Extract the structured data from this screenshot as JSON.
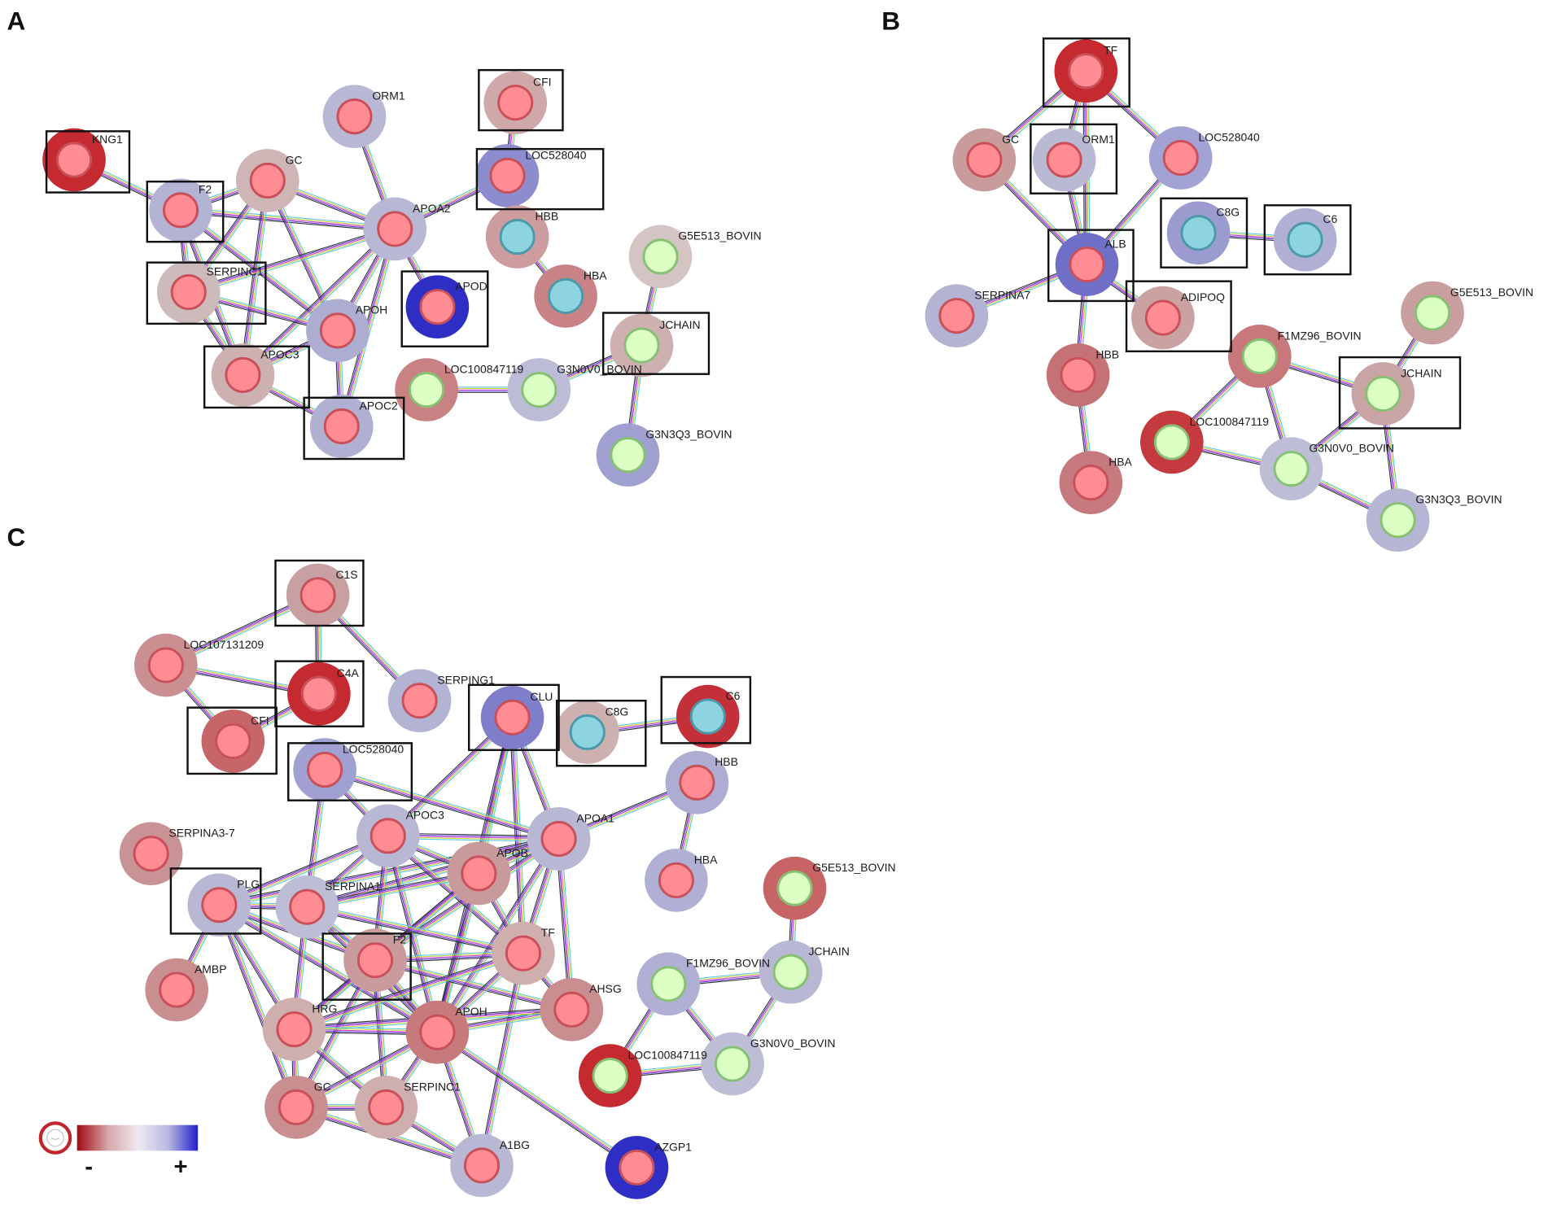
{
  "figure": {
    "node_colors": {
      "pink": {
        "fill": "#ff8c93",
        "stroke": "#c94f59"
      },
      "cyan": {
        "fill": "#8ed3e0",
        "stroke": "#4b9aaa"
      },
      "green": {
        "fill": "#dcffc4",
        "stroke": "#86c072"
      }
    },
    "edge_colors": [
      "#5bc8ea",
      "#c6dc3c",
      "#d23fd2",
      "#5c3bd2",
      "#333333"
    ],
    "legend": {
      "minus": "-",
      "plus": "+",
      "icon": "node-outline-icon",
      "colors": [
        "#a3101a",
        "#d7a6aa",
        "#efe9f0",
        "#b8b8e0",
        "#1e1ecf"
      ]
    },
    "panels": [
      {
        "label": "A",
        "nodes": [
          {
            "name": "KNG1",
            "halo": "#c42a30",
            "color": "pink",
            "highlighted": true
          },
          {
            "name": "F2",
            "halo": "#b3b3d3",
            "color": "pink",
            "highlighted": true
          },
          {
            "name": "GC",
            "halo": "#cfb5b5",
            "color": "pink",
            "highlighted": false
          },
          {
            "name": "ORM1",
            "halo": "#b8b8d4",
            "color": "pink",
            "highlighted": false
          },
          {
            "name": "CFI",
            "halo": "#cfa9a9",
            "color": "pink",
            "highlighted": true
          },
          {
            "name": "LOC528040",
            "halo": "#8c8cce",
            "color": "pink",
            "highlighted": true
          },
          {
            "name": "APOA2",
            "halo": "#b8b8d4",
            "color": "pink",
            "highlighted": false
          },
          {
            "name": "HBB",
            "halo": "#cc9c9e",
            "color": "cyan",
            "highlighted": false
          },
          {
            "name": "HBA",
            "halo": "#c98285",
            "color": "cyan",
            "highlighted": false
          },
          {
            "name": "G5E513_BOVIN",
            "halo": "#d4c4c4",
            "color": "green",
            "highlighted": false
          },
          {
            "name": "SERPINC1",
            "halo": "#cdbaba",
            "color": "pink",
            "highlighted": true
          },
          {
            "name": "APOD",
            "halo": "#2e2ec4",
            "color": "pink",
            "highlighted": true
          },
          {
            "name": "APOH",
            "halo": "#adadd2",
            "color": "pink",
            "highlighted": false
          },
          {
            "name": "JCHAIN",
            "halo": "#cfb0b0",
            "color": "green",
            "highlighted": true
          },
          {
            "name": "APOC3",
            "halo": "#cdb0b0",
            "color": "pink",
            "highlighted": true
          },
          {
            "name": "LOC100847119",
            "halo": "#c98284",
            "color": "green",
            "highlighted": false
          },
          {
            "name": "G3N0V0_BOVIN",
            "halo": "#bcbcd6",
            "color": "green",
            "highlighted": false
          },
          {
            "name": "APOC2",
            "halo": "#b0b0d3",
            "color": "pink",
            "highlighted": true
          },
          {
            "name": "G3N3Q3_BOVIN",
            "halo": "#a0a0d0",
            "color": "green",
            "highlighted": false
          }
        ],
        "edges": [
          [
            "KNG1",
            "F2"
          ],
          [
            "F2",
            "GC"
          ],
          [
            "F2",
            "APOA2"
          ],
          [
            "F2",
            "SERPINC1"
          ],
          [
            "F2",
            "APOC3"
          ],
          [
            "F2",
            "APOH"
          ],
          [
            "GC",
            "APOA2"
          ],
          [
            "GC",
            "SERPINC1"
          ],
          [
            "GC",
            "APOC3"
          ],
          [
            "GC",
            "APOH"
          ],
          [
            "ORM1",
            "APOA2"
          ],
          [
            "APOA2",
            "LOC528040"
          ],
          [
            "CFI",
            "LOC528040"
          ],
          [
            "APOA2",
            "APOD"
          ],
          [
            "APOA2",
            "APOH"
          ],
          [
            "APOA2",
            "APOC2"
          ],
          [
            "APOA2",
            "APOC3"
          ],
          [
            "APOA2",
            "SERPINC1"
          ],
          [
            "SERPINC1",
            "APOH"
          ],
          [
            "SERPINC1",
            "APOC3"
          ],
          [
            "APOH",
            "APOC3"
          ],
          [
            "APOH",
            "APOC2"
          ],
          [
            "APOC3",
            "APOC2"
          ],
          [
            "HBB",
            "HBA"
          ],
          [
            "G5E513_BOVIN",
            "JCHAIN"
          ],
          [
            "JCHAIN",
            "G3N0V0_BOVIN"
          ],
          [
            "JCHAIN",
            "G3N3Q3_BOVIN"
          ],
          [
            "LOC100847119",
            "G3N0V0_BOVIN"
          ]
        ]
      },
      {
        "label": "B",
        "nodes": [
          {
            "name": "TF",
            "halo": "#c42a30",
            "color": "pink",
            "highlighted": true
          },
          {
            "name": "GC",
            "halo": "#c99c9c",
            "color": "pink",
            "highlighted": false
          },
          {
            "name": "ORM1",
            "halo": "#b9b9d4",
            "color": "pink",
            "highlighted": true
          },
          {
            "name": "LOC528040",
            "halo": "#a2a2d4",
            "color": "pink",
            "highlighted": false
          },
          {
            "name": "C8G",
            "halo": "#9b9bcf",
            "color": "cyan",
            "highlighted": true
          },
          {
            "name": "C6",
            "halo": "#b0b0d4",
            "color": "cyan",
            "highlighted": true
          },
          {
            "name": "ALB",
            "halo": "#6f6fc8",
            "color": "pink",
            "highlighted": true
          },
          {
            "name": "SERPINA7",
            "halo": "#b3b3d3",
            "color": "pink",
            "highlighted": false
          },
          {
            "name": "ADIPOQ",
            "halo": "#cba2a2",
            "color": "pink",
            "highlighted": true
          },
          {
            "name": "G5E513_BOVIN",
            "halo": "#c99e9f",
            "color": "green",
            "highlighted": false
          },
          {
            "name": "F1MZ96_BOVIN",
            "halo": "#c8787b",
            "color": "green",
            "highlighted": false
          },
          {
            "name": "HBB",
            "halo": "#c47275",
            "color": "pink",
            "highlighted": false
          },
          {
            "name": "JCHAIN",
            "halo": "#c9a4a4",
            "color": "green",
            "highlighted": true
          },
          {
            "name": "LOC100847119",
            "halo": "#c43a3e",
            "color": "green",
            "highlighted": false
          },
          {
            "name": "G3N0V0_BOVIN",
            "halo": "#bdbdd6",
            "color": "green",
            "highlighted": false
          },
          {
            "name": "HBA",
            "halo": "#c67a7d",
            "color": "pink",
            "highlighted": false
          },
          {
            "name": "G3N3Q3_BOVIN",
            "halo": "#b5b5d4",
            "color": "green",
            "highlighted": false
          }
        ],
        "edges": [
          [
            "TF",
            "GC"
          ],
          [
            "TF",
            "ORM1"
          ],
          [
            "TF",
            "LOC528040"
          ],
          [
            "TF",
            "ALB"
          ],
          [
            "GC",
            "ALB"
          ],
          [
            "ORM1",
            "ALB"
          ],
          [
            "LOC528040",
            "ALB"
          ],
          [
            "C8G",
            "C6"
          ],
          [
            "ALB",
            "SERPINA7"
          ],
          [
            "ALB",
            "ADIPOQ"
          ],
          [
            "ALB",
            "HBB"
          ],
          [
            "HBB",
            "HBA"
          ],
          [
            "G5E513_BOVIN",
            "JCHAIN"
          ],
          [
            "F1MZ96_BOVIN",
            "JCHAIN"
          ],
          [
            "F1MZ96_BOVIN",
            "LOC100847119"
          ],
          [
            "F1MZ96_BOVIN",
            "G3N0V0_BOVIN"
          ],
          [
            "JCHAIN",
            "G3N0V0_BOVIN"
          ],
          [
            "JCHAIN",
            "G3N3Q3_BOVIN"
          ],
          [
            "LOC100847119",
            "G3N0V0_BOVIN"
          ],
          [
            "G3N0V0_BOVIN",
            "G3N3Q3_BOVIN"
          ]
        ]
      },
      {
        "label": "C",
        "nodes": [
          {
            "name": "C1S",
            "halo": "#c9a0a1",
            "color": "pink",
            "highlighted": true
          },
          {
            "name": "LOC107131209",
            "halo": "#c98f91",
            "color": "pink",
            "highlighted": false
          },
          {
            "name": "C4A",
            "halo": "#c42a30",
            "color": "pink",
            "highlighted": true
          },
          {
            "name": "SERPING1",
            "halo": "#b3b3d3",
            "color": "pink",
            "highlighted": false
          },
          {
            "name": "CFI",
            "halo": "#c66669",
            "color": "pink",
            "highlighted": true
          },
          {
            "name": "CLU",
            "halo": "#7e7ecb",
            "color": "pink",
            "highlighted": true
          },
          {
            "name": "C8G",
            "halo": "#cdb0b0",
            "color": "cyan",
            "highlighted": true
          },
          {
            "name": "C6",
            "halo": "#c4303a",
            "color": "cyan",
            "highlighted": true
          },
          {
            "name": "LOC528040",
            "halo": "#a0a0d2",
            "color": "pink",
            "highlighted": true
          },
          {
            "name": "HBB",
            "halo": "#adadd3",
            "color": "pink",
            "highlighted": false
          },
          {
            "name": "SERPINA3-7",
            "halo": "#c99294",
            "color": "pink",
            "highlighted": false
          },
          {
            "name": "APOC3",
            "halo": "#b8b8d4",
            "color": "pink",
            "highlighted": false
          },
          {
            "name": "APOA1",
            "halo": "#b8b8d4",
            "color": "pink",
            "highlighted": false
          },
          {
            "name": "APOB",
            "halo": "#c99a9b",
            "color": "pink",
            "highlighted": false
          },
          {
            "name": "HBA",
            "halo": "#b0b0d4",
            "color": "pink",
            "highlighted": false
          },
          {
            "name": "G5E513_BOVIN",
            "halo": "#c66466",
            "color": "green",
            "highlighted": false
          },
          {
            "name": "PLG",
            "halo": "#b8b8d4",
            "color": "pink",
            "highlighted": true
          },
          {
            "name": "SERPINA1",
            "halo": "#bdbdd6",
            "color": "pink",
            "highlighted": false
          },
          {
            "name": "TF",
            "halo": "#cfaeae",
            "color": "pink",
            "highlighted": false
          },
          {
            "name": "F2",
            "halo": "#c99b9c",
            "color": "pink",
            "highlighted": true
          },
          {
            "name": "AMBP",
            "halo": "#c98e90",
            "color": "pink",
            "highlighted": false
          },
          {
            "name": "F1MZ96_BOVIN",
            "halo": "#b0b0d4",
            "color": "green",
            "highlighted": false
          },
          {
            "name": "JCHAIN",
            "halo": "#b8b8d4",
            "color": "green",
            "highlighted": false
          },
          {
            "name": "AHSG",
            "halo": "#c98e90",
            "color": "pink",
            "highlighted": false
          },
          {
            "name": "HRG",
            "halo": "#cfaeae",
            "color": "pink",
            "highlighted": false
          },
          {
            "name": "APOH",
            "halo": "#c67a7c",
            "color": "pink",
            "highlighted": false
          },
          {
            "name": "G3N0V0_BOVIN",
            "halo": "#bdbdd6",
            "color": "green",
            "highlighted": false
          },
          {
            "name": "LOC100847119",
            "halo": "#c42a30",
            "color": "green",
            "highlighted": false
          },
          {
            "name": "GC",
            "halo": "#c98e90",
            "color": "pink",
            "highlighted": false
          },
          {
            "name": "SERPINC1",
            "halo": "#cfaeae",
            "color": "pink",
            "highlighted": false
          },
          {
            "name": "A1BG",
            "halo": "#b8b8d4",
            "color": "pink",
            "highlighted": false
          },
          {
            "name": "AZGP1",
            "halo": "#2e2ec4",
            "color": "pink",
            "highlighted": false
          }
        ],
        "edges": [
          [
            "C1S",
            "LOC107131209"
          ],
          [
            "C1S",
            "C4A"
          ],
          [
            "C1S",
            "SERPING1"
          ],
          [
            "LOC107131209",
            "C4A"
          ],
          [
            "LOC107131209",
            "CFI"
          ],
          [
            "C4A",
            "CFI"
          ],
          [
            "C8G",
            "C6"
          ],
          [
            "HBB",
            "HBA"
          ],
          [
            "HBB",
            "APOA1"
          ],
          [
            "CLU",
            "APOA1"
          ],
          [
            "CLU",
            "APOC3"
          ],
          [
            "CLU",
            "APOB"
          ],
          [
            "CLU",
            "TF"
          ],
          [
            "CLU",
            "APOH"
          ],
          [
            "LOC528040",
            "APOA1"
          ],
          [
            "LOC528040",
            "APOC3"
          ],
          [
            "LOC528040",
            "SERPINA1"
          ],
          [
            "APOA1",
            "APOC3"
          ],
          [
            "APOA1",
            "APOB"
          ],
          [
            "APOA1",
            "TF"
          ],
          [
            "APOA1",
            "AHSG"
          ],
          [
            "APOA1",
            "APOH"
          ],
          [
            "APOA1",
            "PLG"
          ],
          [
            "APOA1",
            "SERPINA1"
          ],
          [
            "APOA1",
            "F2"
          ],
          [
            "APOC3",
            "APOB"
          ],
          [
            "APOC3",
            "SERPINA1"
          ],
          [
            "APOC3",
            "PLG"
          ],
          [
            "APOC3",
            "APOH"
          ],
          [
            "APOC3",
            "TF"
          ],
          [
            "APOC3",
            "F2"
          ],
          [
            "APOB",
            "SERPINA1"
          ],
          [
            "APOB",
            "TF"
          ],
          [
            "APOB",
            "APOH"
          ],
          [
            "APOB",
            "F2"
          ],
          [
            "APOB",
            "HRG"
          ],
          [
            "PLG",
            "SERPINA1"
          ],
          [
            "PLG",
            "F2"
          ],
          [
            "PLG",
            "HRG"
          ],
          [
            "PLG",
            "AMBP"
          ],
          [
            "PLG",
            "APOH"
          ],
          [
            "PLG",
            "GC"
          ],
          [
            "SERPINA1",
            "F2"
          ],
          [
            "SERPINA1",
            "TF"
          ],
          [
            "SERPINA1",
            "APOH"
          ],
          [
            "SERPINA1",
            "HRG"
          ],
          [
            "F2",
            "TF"
          ],
          [
            "F2",
            "APOH"
          ],
          [
            "F2",
            "HRG"
          ],
          [
            "F2",
            "SERPINC1"
          ],
          [
            "F2",
            "AHSG"
          ],
          [
            "F2",
            "GC"
          ],
          [
            "TF",
            "AHSG"
          ],
          [
            "TF",
            "APOH"
          ],
          [
            "TF",
            "HRG"
          ],
          [
            "TF",
            "A1BG"
          ],
          [
            "AHSG",
            "APOH"
          ],
          [
            "AHSG",
            "HRG"
          ],
          [
            "HRG",
            "APOH"
          ],
          [
            "HRG",
            "GC"
          ],
          [
            "HRG",
            "SERPINC1"
          ],
          [
            "APOH",
            "GC"
          ],
          [
            "APOH",
            "SERPINC1"
          ],
          [
            "APOH",
            "A1BG"
          ],
          [
            "APOH",
            "AZGP1"
          ],
          [
            "GC",
            "SERPINC1"
          ],
          [
            "GC",
            "A1BG"
          ],
          [
            "SERPINC1",
            "A1BG"
          ],
          [
            "G5E513_BOVIN",
            "JCHAIN"
          ],
          [
            "F1MZ96_BOVIN",
            "JCHAIN"
          ],
          [
            "F1MZ96_BOVIN",
            "LOC100847119"
          ],
          [
            "F1MZ96_BOVIN",
            "G3N0V0_BOVIN"
          ],
          [
            "JCHAIN",
            "G3N0V0_BOVIN"
          ],
          [
            "LOC100847119",
            "G3N0V0_BOVIN"
          ]
        ]
      }
    ]
  }
}
